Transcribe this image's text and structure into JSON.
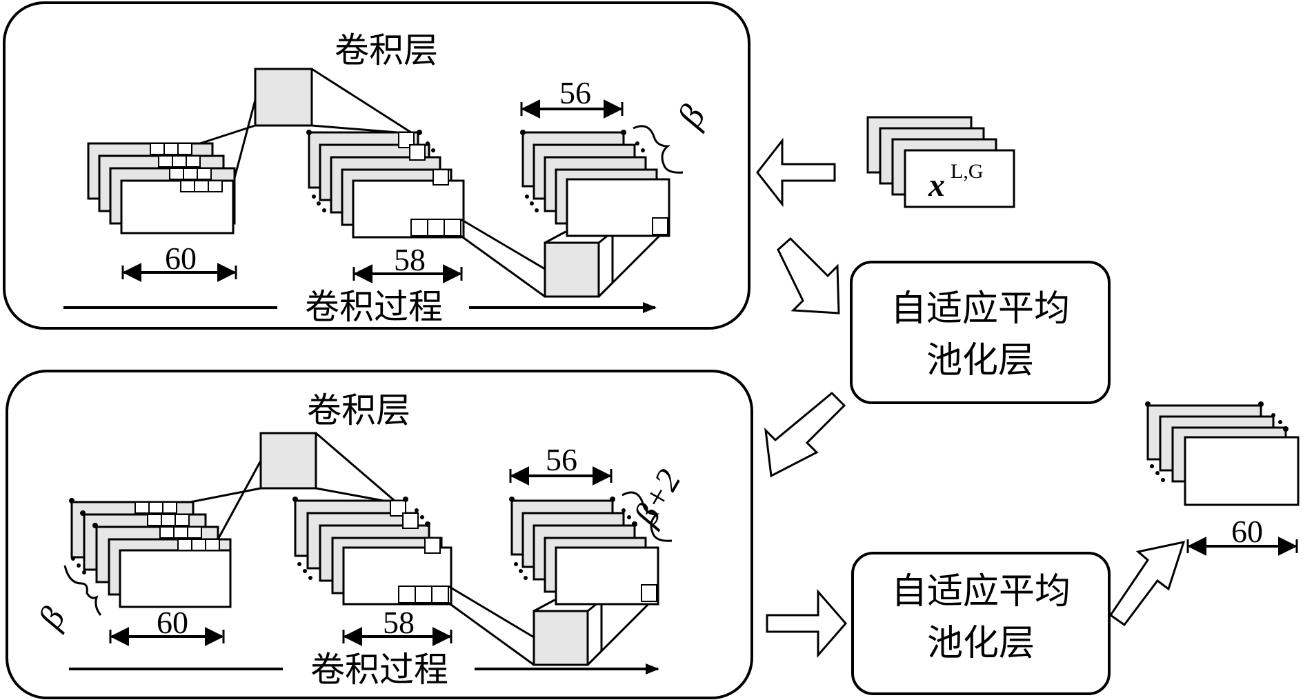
{
  "panel_top": {
    "title": "卷积层",
    "process_label": "卷积过程",
    "input_width": "60",
    "mid_width": "58",
    "out_width": "56",
    "channel_label": "β"
  },
  "panel_bottom": {
    "title": "卷积层",
    "process_label": "卷积过程",
    "input_width": "60",
    "mid_width": "58",
    "out_width": "56",
    "channel_label": "β+2",
    "input_channel_label": "β"
  },
  "input_tensor": {
    "var": "x",
    "superscript": "L,G"
  },
  "pool_top": {
    "line1": "自适应平均",
    "line2": "池化层"
  },
  "pool_bottom": {
    "line1": "自适应平均",
    "line2": "池化层"
  },
  "output": {
    "width": "60"
  },
  "colors": {
    "stroke": "#000000",
    "fill_gray": "#e6e6e6",
    "background": "#ffffff"
  }
}
